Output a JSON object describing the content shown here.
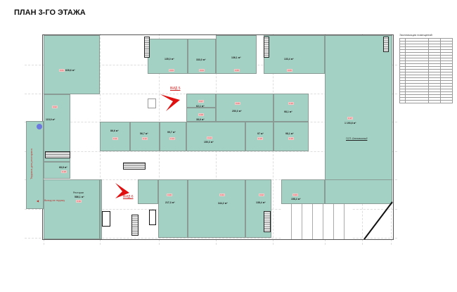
{
  "title": "ПЛАН 3-ГО ЭТАЖА",
  "rooms": [
    {
      "area": "628,6 м²",
      "no": "3.01"
    },
    {
      "area": "115,9 м²",
      "no": "3.02"
    },
    {
      "area": "135,0 м²",
      "no": "3.03"
    },
    {
      "area": "333,0 м²",
      "no": "3.04"
    },
    {
      "area": "136,1 м²",
      "no": "3.05"
    },
    {
      "area": "133,4 м²",
      "no": "3.06"
    },
    {
      "area": "62,1 м²",
      "no": "3.07"
    },
    {
      "area": "38,6 м²",
      "no": "3.08"
    },
    {
      "area": "250,0 м²",
      "no": "3.09"
    },
    {
      "area": "98,1 м²",
      "no": "3.10"
    },
    {
      "area": "86,6 м²",
      "no": "3.11"
    },
    {
      "area": "56,7 м²",
      "no": "3.12"
    },
    {
      "area": "99,7 м²",
      "no": "3.13"
    },
    {
      "area": "150,3 м²",
      "no": "3.14"
    },
    {
      "area": "97 м²",
      "no": "3.15"
    },
    {
      "area": "98,1 м²",
      "no": "3.16"
    },
    {
      "area": "1 193,6 м²",
      "no": "3.17"
    },
    {
      "area": "68,8 м²",
      "no": "3.18"
    },
    {
      "area": "586,1 м²",
      "no": "3.19"
    },
    {
      "area": "217,3 м²",
      "no": "3.20"
    },
    {
      "area": "344,2 м²",
      "no": "3.21"
    },
    {
      "area": "138,4 м²",
      "no": "3.22"
    },
    {
      "area": "158,4 м²",
      "no": "3.23"
    }
  ],
  "labels": {
    "restaurant": "Ресторан",
    "terrace": "Терраса для ресторана",
    "exit": "Выход на террасу",
    "view5": "ВИД 5",
    "view6": "ВИД 6",
    "wholesale": "ГСП: Оптовиолый"
  },
  "legend": {
    "title": "Экспликация помещений",
    "rows": 23
  },
  "colors": {
    "room": "#a3d1c3",
    "arrow": "#e01010"
  }
}
